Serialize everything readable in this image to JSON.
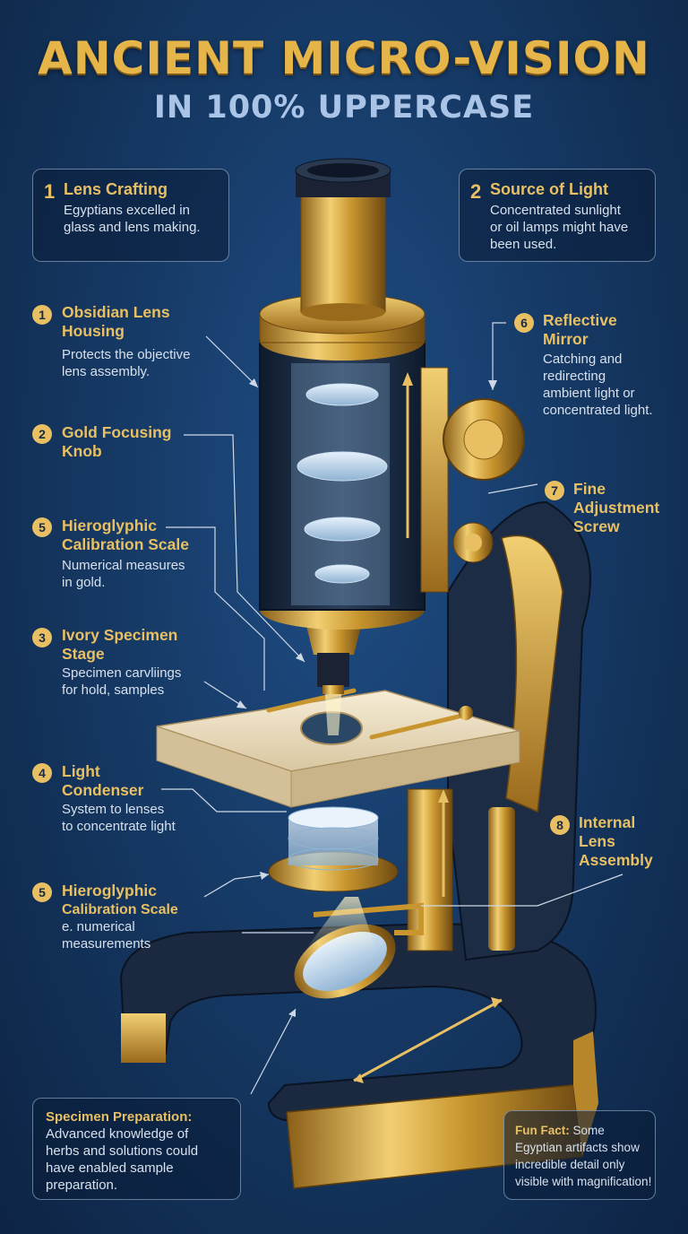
{
  "header": {
    "title": "ANCIENT MICRO-VISION",
    "subtitle": "IN 100% UPPERCASE"
  },
  "boxes": {
    "lens_crafting": {
      "number": "1",
      "title": "Lens Crafting",
      "lines": [
        "Egyptians excelled in",
        "glass and lens making."
      ]
    },
    "source_of_light": {
      "number": "2",
      "title": "Source of Light",
      "lines": [
        "Concentrated sunlight",
        "or oil lamps might have",
        "been used."
      ]
    }
  },
  "labels": {
    "obsidian": {
      "number": "1",
      "title": [
        "Obsidian Lens",
        "Housing"
      ],
      "text": [
        "Protects the objective",
        "lens assembly."
      ]
    },
    "gold_knob": {
      "number": "2",
      "title": [
        "Gold Focusing",
        "Knob"
      ],
      "text": []
    },
    "calibration_upper": {
      "number": "5",
      "title": [
        "Hieroglyphic",
        "Calibration Scale"
      ],
      "text": [
        "Numerical measures",
        "in gold."
      ]
    },
    "ivory_stage": {
      "number": "3",
      "title": [
        "Ivory Specimen",
        "Stage"
      ],
      "text": [
        "Specimen carvliings",
        "for hold, samples"
      ]
    },
    "condenser": {
      "number": "4",
      "title": [
        "Light",
        "Condenser"
      ],
      "text": [
        "System to lenses",
        "to concentrate light"
      ]
    },
    "calibration_lower": {
      "number": "5",
      "title": [
        "Hieroglyphic",
        "Calibration Scale"
      ],
      "text": [
        "e. numerical",
        "measurements"
      ]
    },
    "mirror": {
      "number": "6",
      "title": [
        "Reflective",
        "Mirror"
      ],
      "text": [
        "Catching and",
        "redirecting",
        "ambient light or",
        "concentrated light."
      ]
    },
    "fine_screw": {
      "number": "7",
      "title": [
        "Fine",
        "Adjustment",
        "Screw"
      ],
      "text": []
    },
    "internal_lens": {
      "number": "8",
      "title": [
        "Internal",
        "Lens",
        "Assembly"
      ],
      "text": []
    }
  },
  "footer_boxes": {
    "specimen_prep": {
      "lead": "Specimen Preparation:",
      "lines": [
        "Advanced knowledge of",
        "herbs and solutions could",
        "have enabled sample",
        "preparation."
      ]
    },
    "fun_fact": {
      "lead": "Fun Fact:",
      "rest": " Some",
      "lines": [
        "Egyptian artifacts show",
        "incredible detail only",
        "visible with magnification!"
      ]
    }
  },
  "colors": {
    "gold": "#e8c063",
    "navy": "#163a66",
    "ivory": "#efe2c6",
    "text": "#d7e0ec"
  }
}
